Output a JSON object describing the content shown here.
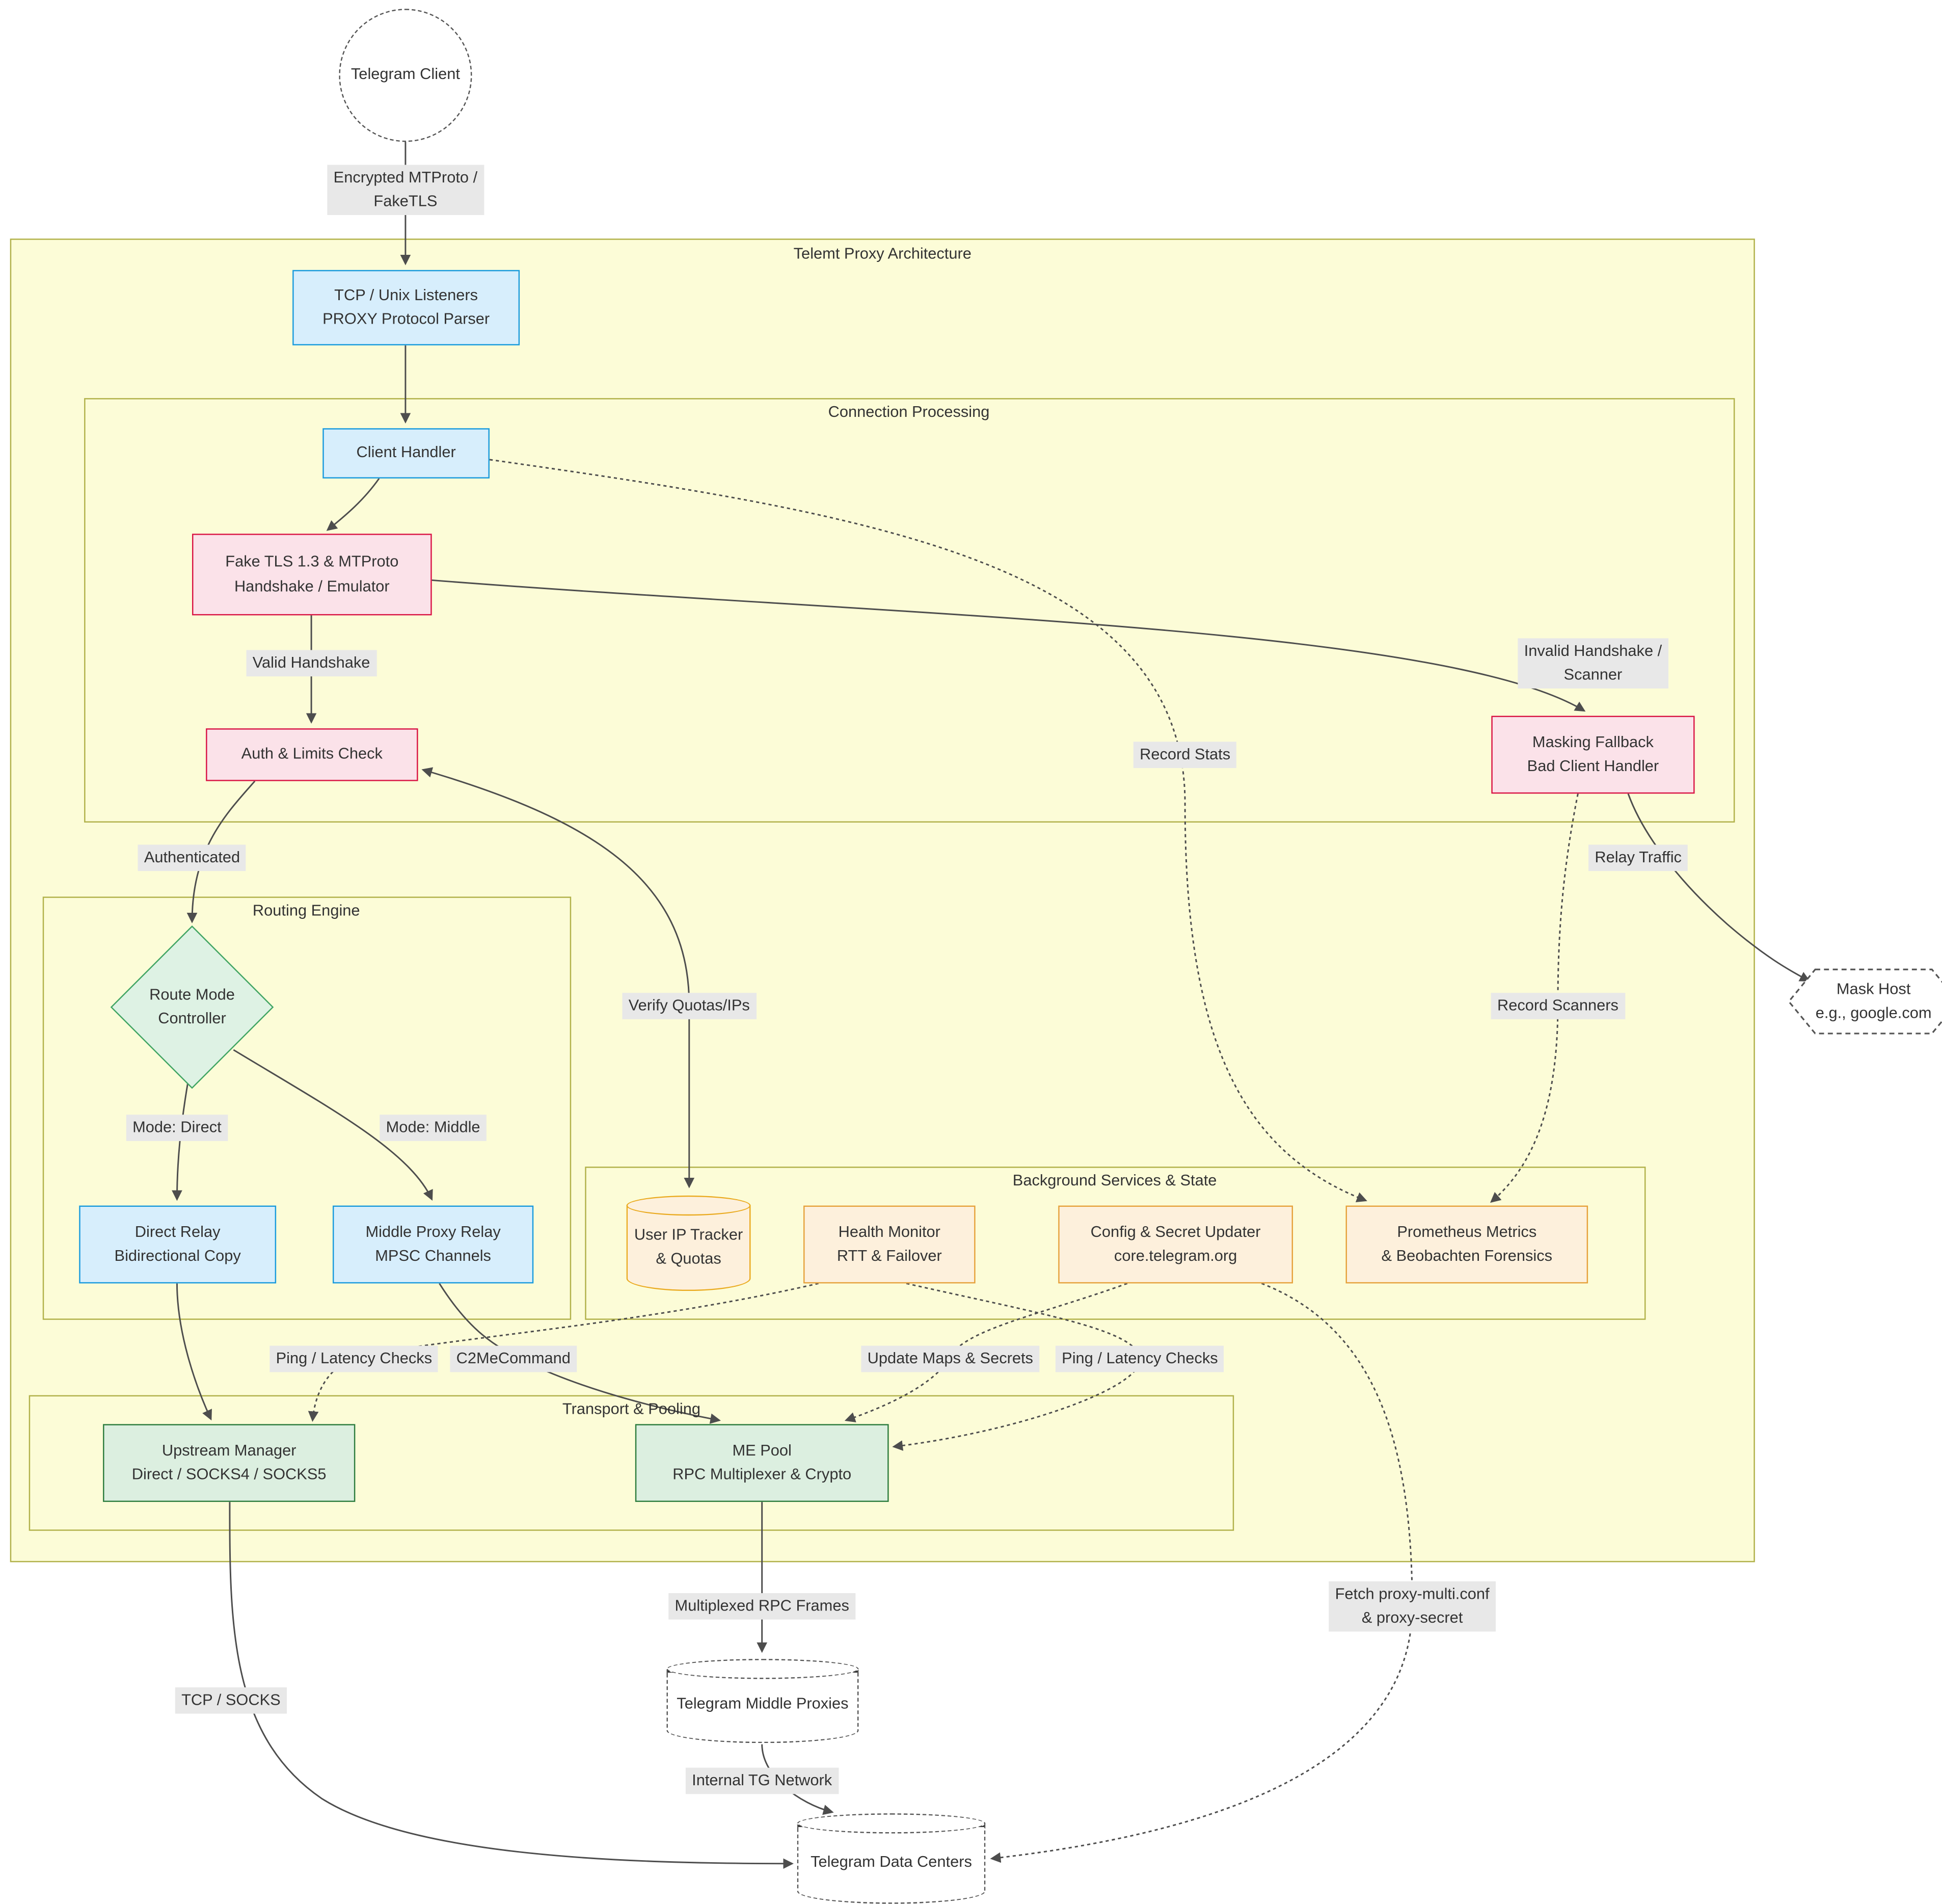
{
  "diagram_title": "Telemt Proxy Architecture",
  "subgraphs": {
    "connection": "Connection Processing",
    "routing": "Routing Engine",
    "background": "Background Services & State",
    "transport": "Transport & Pooling"
  },
  "nodes": {
    "telegram_client": {
      "lines": [
        "Telegram Client"
      ]
    },
    "listeners": {
      "lines": [
        "TCP / Unix Listeners",
        "PROXY Protocol Parser"
      ]
    },
    "client_handler": {
      "lines": [
        "Client Handler"
      ]
    },
    "faketls": {
      "lines": [
        "Fake TLS 1.3 & MTProto",
        "Handshake / Emulator"
      ]
    },
    "auth": {
      "lines": [
        "Auth & Limits Check"
      ]
    },
    "masking": {
      "lines": [
        "Masking Fallback",
        "Bad Client Handler"
      ]
    },
    "route_mode": {
      "lines": [
        "Route Mode",
        "Controller"
      ]
    },
    "direct_relay": {
      "lines": [
        "Direct Relay",
        "Bidirectional Copy"
      ]
    },
    "middle_relay": {
      "lines": [
        "Middle Proxy Relay",
        "MPSC Channels"
      ]
    },
    "ip_tracker": {
      "lines": [
        "User IP Tracker",
        "& Quotas"
      ]
    },
    "health_monitor": {
      "lines": [
        "Health Monitor",
        "RTT & Failover"
      ]
    },
    "config_updater": {
      "lines": [
        "Config & Secret Updater",
        "core.telegram.org"
      ]
    },
    "prometheus": {
      "lines": [
        "Prometheus Metrics",
        "& Beobachten Forensics"
      ]
    },
    "upstream_manager": {
      "lines": [
        "Upstream Manager",
        "Direct / SOCKS4 / SOCKS5"
      ]
    },
    "me_pool": {
      "lines": [
        "ME Pool",
        "RPC Multiplexer & Crypto"
      ]
    },
    "mask_host": {
      "lines": [
        "Mask Host",
        "e.g., google.com"
      ]
    },
    "middle_proxies": {
      "lines": [
        "Telegram Middle Proxies"
      ]
    },
    "data_centers": {
      "lines": [
        "Telegram Data Centers"
      ]
    }
  },
  "edge_labels": {
    "encrypted": {
      "lines": [
        "Encrypted MTProto /",
        "FakeTLS"
      ]
    },
    "valid_handshake": "Valid Handshake",
    "invalid_handshake": {
      "lines": [
        "Invalid Handshake /",
        "Scanner"
      ]
    },
    "record_stats": "Record Stats",
    "authenticated": "Authenticated",
    "relay_traffic": "Relay Traffic",
    "verify_quotas": "Verify Quotas/IPs",
    "record_scanners": "Record Scanners",
    "mode_direct": "Mode: Direct",
    "mode_middle": "Mode: Middle",
    "ping_latency_left": "Ping / Latency Checks",
    "c2me_command": "C2MeCommand",
    "update_maps": "Update Maps & Secrets",
    "ping_latency_right": "Ping / Latency Checks",
    "multiplexed_rpc": "Multiplexed RPC Frames",
    "fetch_conf": {
      "lines": [
        "Fetch proxy-multi.conf",
        "& proxy-secret"
      ]
    },
    "tcp_socks": "TCP / SOCKS",
    "internal_tg": "Internal TG Network"
  },
  "colors": {
    "container_fill": "#fcfcd7",
    "container_border": "#b1b14a",
    "blue_fill": "#d7eefc",
    "blue_border": "#1a9bdc",
    "pink_fill": "#fbe2e9",
    "pink_border": "#d91645",
    "green_fill": "#dcefe0",
    "green_border": "#2e7d3e",
    "diamond_fill": "#def2e4",
    "diamond_border": "#41a563",
    "orange_fill": "#fdf0dc",
    "orange_border": "#e6a23c",
    "edge_label_bg": "#e8e8e8",
    "edge_stroke": "#4d4d4d",
    "text": "#333333"
  }
}
